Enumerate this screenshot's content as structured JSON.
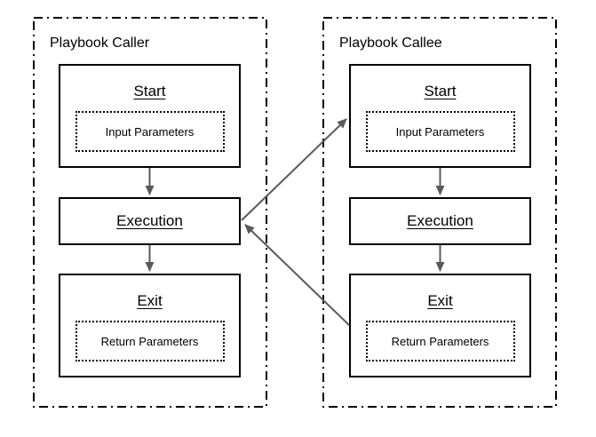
{
  "diagram": {
    "caller": {
      "title": "Playbook Caller",
      "start_label": "Start",
      "input_params_label": "Input Parameters",
      "execution_label": "Execution",
      "exit_label": "Exit",
      "return_params_label": "Return Parameters"
    },
    "callee": {
      "title": "Playbook Callee",
      "start_label": "Start",
      "input_params_label": "Input Parameters",
      "execution_label": "Execution",
      "exit_label": "Exit",
      "return_params_label": "Return Parameters"
    },
    "colors": {
      "arrow": "#595959",
      "border": "#000000",
      "background": "#ffffff"
    }
  }
}
